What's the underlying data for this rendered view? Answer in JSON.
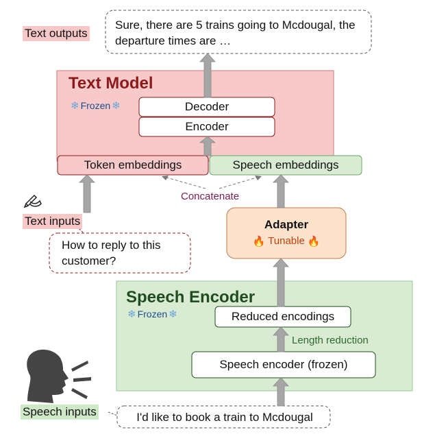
{
  "text_outputs_label": "Text outputs",
  "output_bubble_text": "Sure, there are 5 trains going to Mcdougal, the departure times are …",
  "text_model": {
    "title": "Text Model",
    "frozen_label": "Frozen",
    "decoder_label": "Decoder",
    "encoder_label": "Encoder",
    "token_embeddings_label": "Token embeddings",
    "speech_embeddings_label": "Speech embeddings"
  },
  "concatenate_label": "Concatenate",
  "text_inputs_label": "Text inputs",
  "input_bubble_text": "How to reply to this customer?",
  "adapter": {
    "title": "Adapter",
    "tunable_label": "Tunable"
  },
  "speech_encoder": {
    "title": "Speech Encoder",
    "frozen_label": "Frozen",
    "reduced_encodings_label": "Reduced encodings",
    "length_reduction_label": "Length reduction",
    "speech_encoder_frozen_label": "Speech encoder (frozen)"
  },
  "speech_inputs_label": "Speech inputs",
  "speech_bubble_text": "I'd like to book a train to Mcdougal",
  "colors": {
    "text_model_bg": "#f8c9c9",
    "speech_encoder_bg": "#d9ecd3",
    "adapter_bg": "#fde3cc",
    "arrow": "#a6a6a6",
    "concatenate_text": "#7a1f4f",
    "length_reduction_text": "#2d6a2d"
  }
}
